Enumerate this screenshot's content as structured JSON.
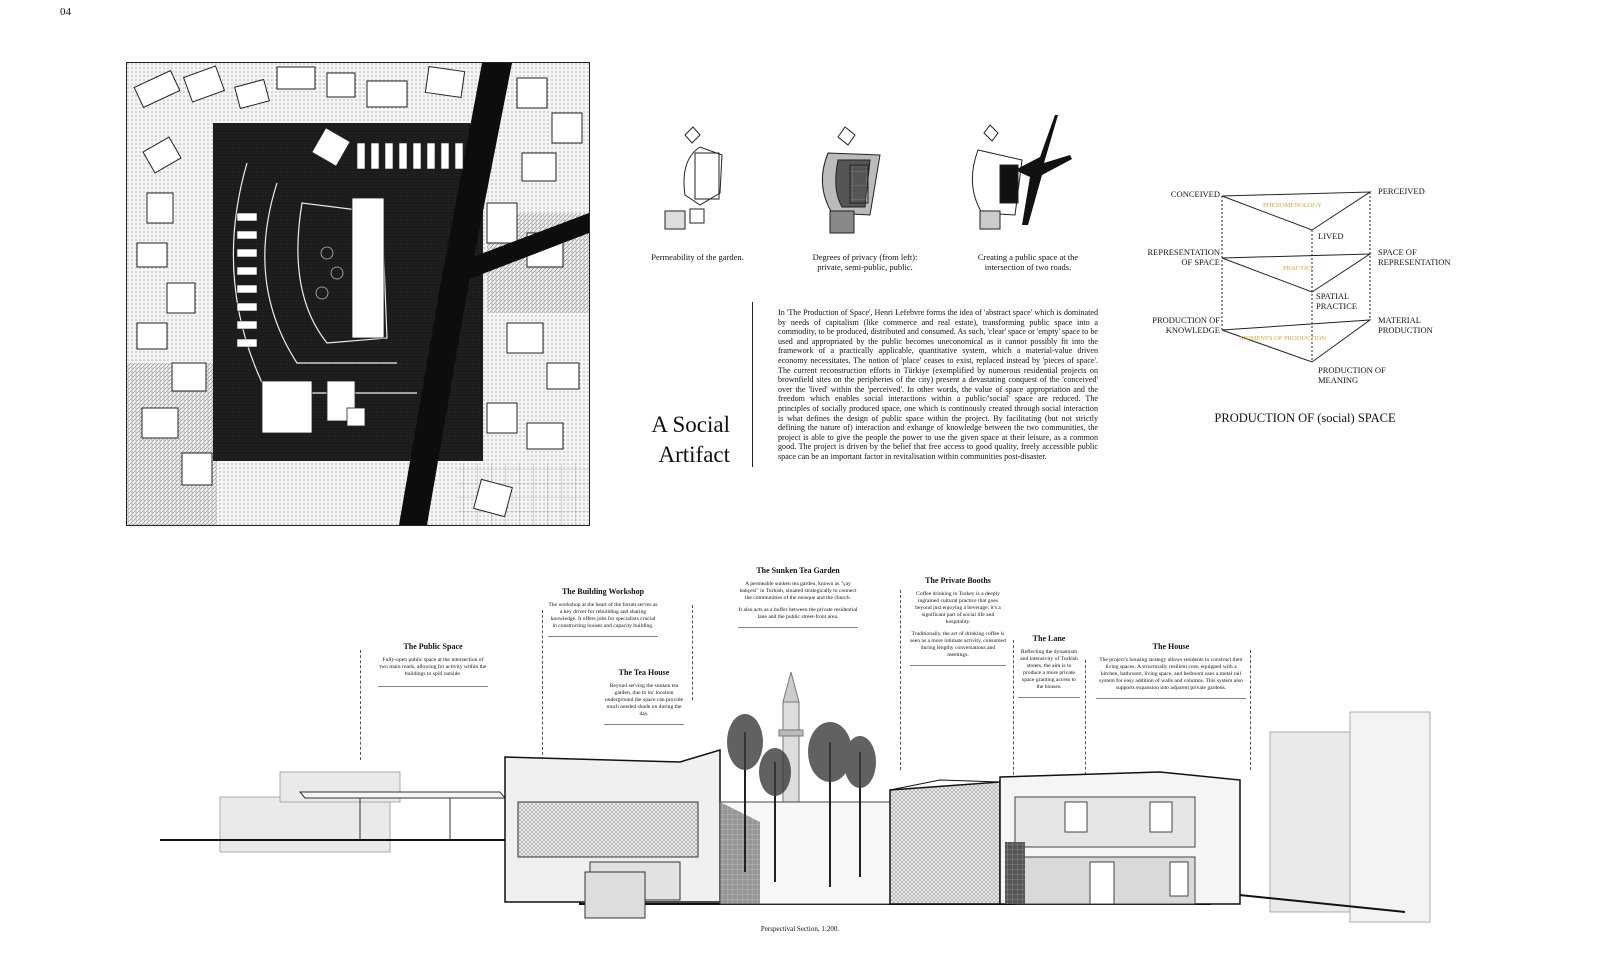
{
  "page_number": "04",
  "diagrams": [
    {
      "caption": "Permeability of the garden."
    },
    {
      "caption": "Degrees of privacy (from left): private, semi-public, public."
    },
    {
      "caption": "Creating a public space at the intersection of two roads."
    }
  ],
  "title_line1": "A Social",
  "title_line2": "Artifact",
  "essay": "In 'The Production of Space', Henri Lefebvre forms the idea of 'abstract space' which is dominated by needs of capitalism (like commerce and real estate), transforming public space into a commodity, to be produced, distributed and consumed. As such, 'clear' space or 'empty' space to be used and appropriated by the public becomes uneconomical as it cannot possibly fit into the framework of a practically applicable, quantitative system, which a material-value driven economy necessitates. The notion of 'place' ceases to exist, replaced instead by 'pieces of space'. The current reconstruction efforts in Türkiye (exemplified by numerous residential projects on brownfield sites on the peripheries of the city) present a devastating conquest of the 'conceived' over the 'lived' within the 'perceived'. In other words, the value of space appropriation and the freedom which enables social interactions within a public/'social' space are reduced. The principles of socially produced space, one which is continously created through social interaction is what defines the design of public space within the project. By facilitating (but not strictly defining the nature of) interaction and exhange of knowledge between the two communities, the project is able to give the people the power to use the given space at their leisure, as a common good. The project is driven by the belief that free access to good quality, freely accessible public space can be an important factor in revitalisation within communities post-disaster.",
  "triad": {
    "conceived": "CONCEIVED",
    "perceived": "PERCEIVED",
    "phenomenology": "PHENOMENOLOGY",
    "lived": "LIVED",
    "rep_space_1": "REPRESENTATION",
    "rep_space_2": "OF SPACE",
    "space_rep_1": "SPACE OF",
    "space_rep_2": "REPRESENTATION",
    "practice": "PRACTICE",
    "spatial_1": "SPATIAL",
    "spatial_2": "PRACTICE",
    "prod_know_1": "PRODUCTION OF",
    "prod_know_2": "KNOWLEDGE",
    "material_1": "MATERIAL",
    "material_2": "PRODUCTION",
    "moments": "MOMENTS OF PRODUCTION",
    "meaning_1": "PRODUCTION OF",
    "meaning_2": "MEANING",
    "title": "PRODUCTION OF (social) SPACE",
    "accent_color": "#d4a72c"
  },
  "annotations": {
    "public_space": {
      "title": "The Public Space",
      "body": "Fully-open public space at the intersection of two main roads, allowing for activity within the buildings to spill outside."
    },
    "workshop": {
      "title": "The Building Workshop",
      "body": "The workshop at the heart of the forum serves as a key driver for rebuilding and sharing knowledge. It offers jobs for specialists crucial in constructing houses and capacity building."
    },
    "tea_house": {
      "title": "The Tea House",
      "body": "Beyond serving the sunken tea garden, due to its' location underground the space can provide much needed shade on during the day."
    },
    "tea_garden": {
      "title": "The Sunken Tea Garden",
      "body1": "A permeable sunken tea garden, known as \"çay bahçesi\" in Turkish, situated strategically to connect the communities of the mosque and the church.",
      "body2": "It also acts as a buffer between the private residential lane and the public street-front area."
    },
    "booths": {
      "title": "The Private Booths",
      "body1": "Coffee drinking in Turkey is a deeply ingrained cultural practice that goes beyond just enjoying a beverage; it's a significant part of social life and hospitality.",
      "body2": "Traditionally, the act of drinking coffee is seen as a more intimate activity, consumed during lengthy conversations and meetings."
    },
    "lane": {
      "title": "The Lane",
      "body": "Reflecting the dynamism and intensivity of Turkish streets, the aim is to produce a more private space granting access to the houses."
    },
    "house": {
      "title": "The House",
      "body": "The project's housing strategy allows residents to construct their living spaces. A structurally resilient core, equipped with a kitchen, bathroom, living space, and bedroom uses a metal rail system for easy addition of walls and columns. This system also supports expansion into adjacent private gardens."
    }
  },
  "section_caption": "Perspectival Section, 1:200."
}
